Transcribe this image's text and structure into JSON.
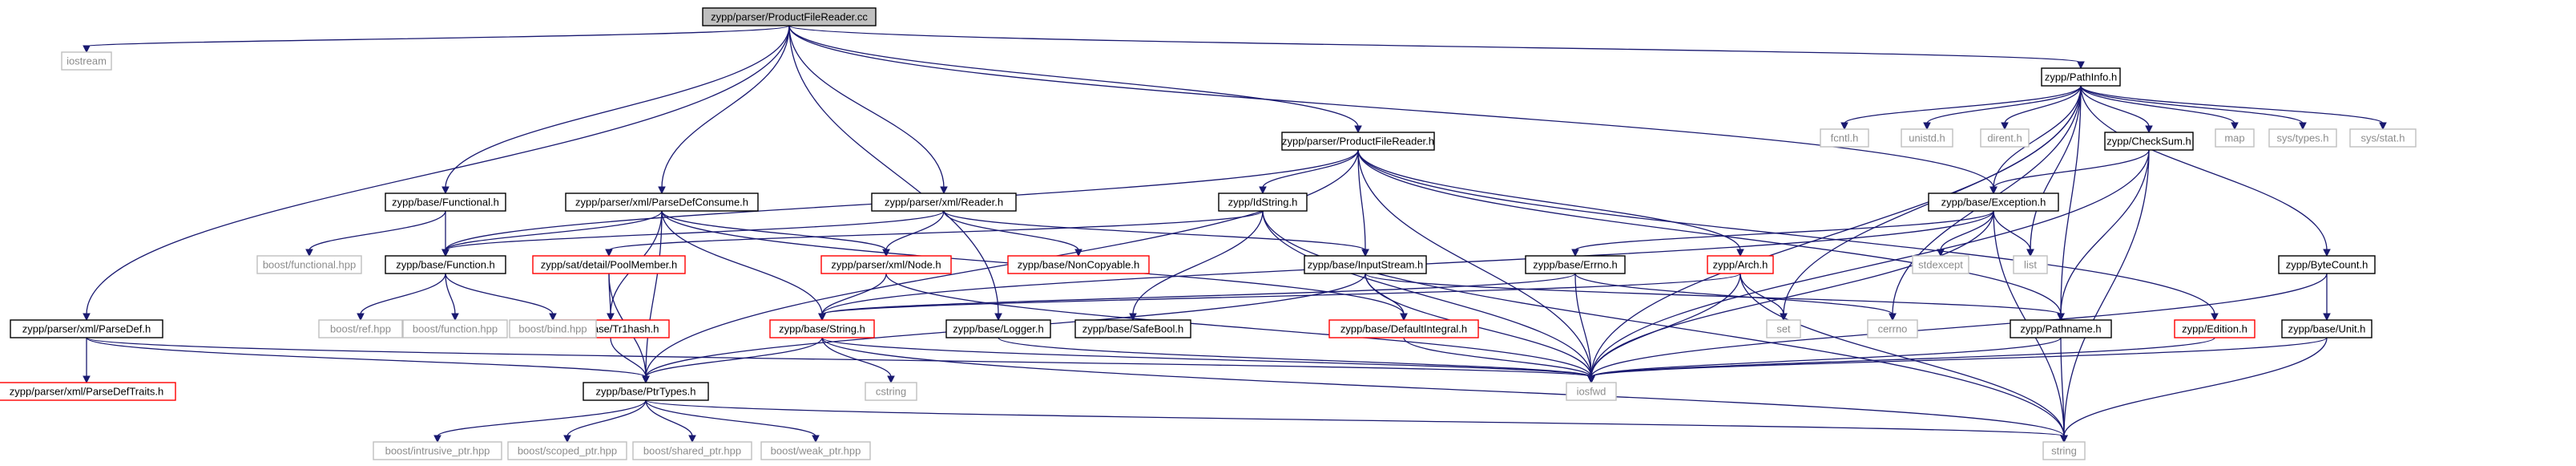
{
  "colors": {
    "edge": "#191970",
    "root_fill": "#bfbfbf",
    "box_border": "#000000",
    "leaf_border": "#bfbfbf",
    "undoc_border": "#ff0000",
    "leaf_text": "#8c8c8c",
    "text": "#000000"
  },
  "nodes": [
    {
      "id": "root",
      "label": "zypp/parser/ProductFileReader.cc",
      "kind": "root"
    },
    {
      "id": "iostream",
      "label": "iostream",
      "kind": "leaf"
    },
    {
      "id": "pathinfo",
      "label": "zypp/PathInfo.h",
      "kind": "doc"
    },
    {
      "id": "pfr_h",
      "label": "zypp/parser/ProductFileReader.h",
      "kind": "doc"
    },
    {
      "id": "fcntl",
      "label": "fcntl.h",
      "kind": "leaf"
    },
    {
      "id": "unistd",
      "label": "unistd.h",
      "kind": "leaf"
    },
    {
      "id": "dirent",
      "label": "dirent.h",
      "kind": "leaf"
    },
    {
      "id": "checksum",
      "label": "zypp/CheckSum.h",
      "kind": "doc"
    },
    {
      "id": "map",
      "label": "map",
      "kind": "leaf"
    },
    {
      "id": "systypes",
      "label": "sys/types.h",
      "kind": "leaf"
    },
    {
      "id": "sysstat",
      "label": "sys/stat.h",
      "kind": "leaf"
    },
    {
      "id": "functional",
      "label": "zypp/base/Functional.h",
      "kind": "doc"
    },
    {
      "id": "parsedefconsume",
      "label": "zypp/parser/xml/ParseDefConsume.h",
      "kind": "doc"
    },
    {
      "id": "xmlreader",
      "label": "zypp/parser/xml/Reader.h",
      "kind": "doc"
    },
    {
      "id": "idstring",
      "label": "zypp/IdString.h",
      "kind": "doc"
    },
    {
      "id": "exception",
      "label": "zypp/base/Exception.h",
      "kind": "doc"
    },
    {
      "id": "boostfunctional",
      "label": "boost/functional.hpp",
      "kind": "leaf"
    },
    {
      "id": "function",
      "label": "zypp/base/Function.h",
      "kind": "doc"
    },
    {
      "id": "poolmember",
      "label": "zypp/sat/detail/PoolMember.h",
      "kind": "undoc"
    },
    {
      "id": "xmlnode",
      "label": "zypp/parser/xml/Node.h",
      "kind": "undoc"
    },
    {
      "id": "noncopyable",
      "label": "zypp/base/NonCopyable.h",
      "kind": "undoc"
    },
    {
      "id": "inputstream",
      "label": "zypp/base/InputStream.h",
      "kind": "doc"
    },
    {
      "id": "errno",
      "label": "zypp/base/Errno.h",
      "kind": "doc"
    },
    {
      "id": "arch",
      "label": "zypp/Arch.h",
      "kind": "undoc"
    },
    {
      "id": "stdexcept",
      "label": "stdexcept",
      "kind": "leaf"
    },
    {
      "id": "list",
      "label": "list",
      "kind": "leaf"
    },
    {
      "id": "bytecount",
      "label": "zypp/ByteCount.h",
      "kind": "doc"
    },
    {
      "id": "trihash",
      "label": "zypp/base/Tr1hash.h",
      "kind": "undoc"
    },
    {
      "id": "string_h",
      "label": "zypp/base/String.h",
      "kind": "undoc"
    },
    {
      "id": "defaultintegral",
      "label": "zypp/base/DefaultIntegral.h",
      "kind": "undoc"
    },
    {
      "id": "safebool",
      "label": "zypp/base/SafeBool.h",
      "kind": "doc"
    },
    {
      "id": "logger",
      "label": "zypp/base/Logger.h",
      "kind": "doc"
    },
    {
      "id": "set",
      "label": "set",
      "kind": "leaf"
    },
    {
      "id": "cerrno",
      "label": "cerrno",
      "kind": "leaf"
    },
    {
      "id": "pathname",
      "label": "zypp/Pathname.h",
      "kind": "doc"
    },
    {
      "id": "edition",
      "label": "zypp/Edition.h",
      "kind": "undoc"
    },
    {
      "id": "unit",
      "label": "zypp/base/Unit.h",
      "kind": "doc"
    },
    {
      "id": "parsedef",
      "label": "zypp/parser/xml/ParseDef.h",
      "kind": "doc"
    },
    {
      "id": "parsedeftraits",
      "label": "zypp/parser/xml/ParseDefTraits.h",
      "kind": "undoc"
    },
    {
      "id": "ptrtypes",
      "label": "zypp/base/PtrTypes.h",
      "kind": "doc"
    },
    {
      "id": "iosfwd",
      "label": "iosfwd",
      "kind": "leaf"
    },
    {
      "id": "cstring",
      "label": "cstring",
      "kind": "leaf"
    },
    {
      "id": "stdstring",
      "label": "string",
      "kind": "leaf"
    },
    {
      "id": "boostref",
      "label": "boost/ref.hpp",
      "kind": "leaf"
    },
    {
      "id": "boostfunction",
      "label": "boost/function.hpp",
      "kind": "leaf"
    },
    {
      "id": "boostbind",
      "label": "boost/bind.hpp",
      "kind": "leaf"
    },
    {
      "id": "intrusive",
      "label": "boost/intrusive_ptr.hpp",
      "kind": "leaf"
    },
    {
      "id": "scoped",
      "label": "boost/scoped_ptr.hpp",
      "kind": "leaf"
    },
    {
      "id": "shared",
      "label": "boost/shared_ptr.hpp",
      "kind": "leaf"
    },
    {
      "id": "weak",
      "label": "boost/weak_ptr.hpp",
      "kind": "leaf"
    }
  ],
  "edges": [
    [
      "root",
      "iostream"
    ],
    [
      "root",
      "pathinfo"
    ],
    [
      "root",
      "pfr_h"
    ],
    [
      "root",
      "functional"
    ],
    [
      "root",
      "parsedefconsume"
    ],
    [
      "root",
      "xmlreader"
    ],
    [
      "root",
      "exception"
    ],
    [
      "root",
      "logger"
    ],
    [
      "root",
      "parsedef"
    ],
    [
      "pathinfo",
      "fcntl"
    ],
    [
      "pathinfo",
      "unistd"
    ],
    [
      "pathinfo",
      "dirent"
    ],
    [
      "pathinfo",
      "checksum"
    ],
    [
      "pathinfo",
      "map"
    ],
    [
      "pathinfo",
      "systypes"
    ],
    [
      "pathinfo",
      "sysstat"
    ],
    [
      "pathinfo",
      "list"
    ],
    [
      "pathinfo",
      "set"
    ],
    [
      "pathinfo",
      "cerrno"
    ],
    [
      "pathinfo",
      "pathname"
    ],
    [
      "pathinfo",
      "bytecount"
    ],
    [
      "pathinfo",
      "iosfwd"
    ],
    [
      "pathinfo",
      "exception"
    ],
    [
      "checksum",
      "exception"
    ],
    [
      "checksum",
      "pathname"
    ],
    [
      "checksum",
      "stdstring"
    ],
    [
      "checksum",
      "iosfwd"
    ],
    [
      "exception",
      "errno"
    ],
    [
      "exception",
      "stdexcept"
    ],
    [
      "exception",
      "list"
    ],
    [
      "exception",
      "iosfwd"
    ],
    [
      "exception",
      "stdstring"
    ],
    [
      "exception",
      "string_h"
    ],
    [
      "bytecount",
      "unit"
    ],
    [
      "bytecount",
      "iosfwd"
    ],
    [
      "unit",
      "iosfwd"
    ],
    [
      "unit",
      "stdstring"
    ],
    [
      "pfr_h",
      "idstring"
    ],
    [
      "pfr_h",
      "function"
    ],
    [
      "pfr_h",
      "inputstream"
    ],
    [
      "pfr_h",
      "arch"
    ],
    [
      "pfr_h",
      "edition"
    ],
    [
      "pfr_h",
      "pathname"
    ],
    [
      "pfr_h",
      "ptrtypes"
    ],
    [
      "pfr_h",
      "iosfwd"
    ],
    [
      "functional",
      "boostfunctional"
    ],
    [
      "functional",
      "function"
    ],
    [
      "parsedefconsume",
      "function"
    ],
    [
      "parsedefconsume",
      "string_h"
    ],
    [
      "parsedefconsume",
      "trihash"
    ],
    [
      "parsedefconsume",
      "defaultintegral"
    ],
    [
      "parsedefconsume",
      "xmlnode"
    ],
    [
      "parsedefconsume",
      "ptrtypes"
    ],
    [
      "xmlreader",
      "function"
    ],
    [
      "xmlreader",
      "noncopyable"
    ],
    [
      "xmlreader",
      "inputstream"
    ],
    [
      "xmlreader",
      "xmlnode"
    ],
    [
      "idstring",
      "poolmember"
    ],
    [
      "idstring",
      "safebool"
    ],
    [
      "idstring",
      "iosfwd"
    ],
    [
      "idstring",
      "stdstring"
    ],
    [
      "function",
      "boostref"
    ],
    [
      "function",
      "boostfunction"
    ],
    [
      "function",
      "boostbind"
    ],
    [
      "poolmember",
      "trihash"
    ],
    [
      "poolmember",
      "ptrtypes"
    ],
    [
      "xmlnode",
      "string_h"
    ],
    [
      "xmlnode",
      "iosfwd"
    ],
    [
      "inputstream",
      "ptrtypes"
    ],
    [
      "inputstream",
      "defaultintegral"
    ],
    [
      "inputstream",
      "pathname"
    ],
    [
      "inputstream",
      "iosfwd"
    ],
    [
      "errno",
      "string_h"
    ],
    [
      "errno",
      "iosfwd"
    ],
    [
      "errno",
      "cerrno"
    ],
    [
      "arch",
      "string_h"
    ],
    [
      "arch",
      "set"
    ],
    [
      "arch",
      "iosfwd"
    ],
    [
      "arch",
      "stdstring"
    ],
    [
      "edition",
      "iosfwd"
    ],
    [
      "trihash",
      "ptrtypes"
    ],
    [
      "string_h",
      "ptrtypes"
    ],
    [
      "string_h",
      "iosfwd"
    ],
    [
      "string_h",
      "cstring"
    ],
    [
      "string_h",
      "stdstring"
    ],
    [
      "defaultintegral",
      "iosfwd"
    ],
    [
      "logger",
      "iosfwd"
    ],
    [
      "pathname",
      "iosfwd"
    ],
    [
      "pathname",
      "stdstring"
    ],
    [
      "parsedef",
      "ptrtypes"
    ],
    [
      "parsedef",
      "iosfwd"
    ],
    [
      "parsedef",
      "parsedeftraits"
    ],
    [
      "ptrtypes",
      "intrusive"
    ],
    [
      "ptrtypes",
      "scoped"
    ],
    [
      "ptrtypes",
      "shared"
    ],
    [
      "ptrtypes",
      "weak"
    ],
    [
      "ptrtypes",
      "stdstring"
    ]
  ]
}
